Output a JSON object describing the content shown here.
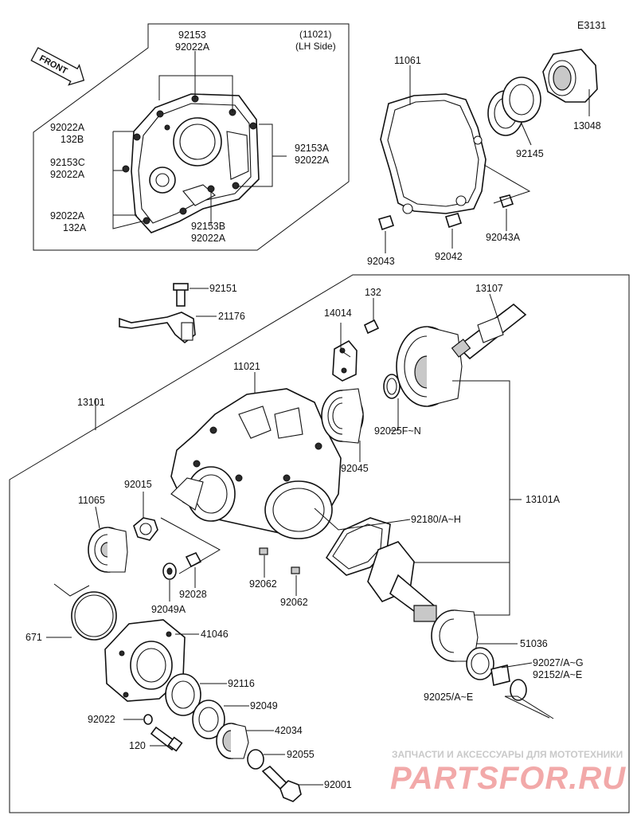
{
  "diagram_code": "E3131",
  "front_label": "FRONT",
  "inset": {
    "part": "(11021)",
    "side": "(LH Side)"
  },
  "labels": {
    "p92153_top": "92153",
    "p92022A_top": "92022A",
    "p92022A_l1": "92022A",
    "p132B": "132B",
    "p92153C": "92153C",
    "p92022A_l2": "92022A",
    "p92022A_l3": "92022A",
    "p132A": "132A",
    "p92153A": "92153A",
    "p92022A_r1": "92022A",
    "p92153B": "92153B",
    "p92022A_b": "92022A",
    "p11061": "11061",
    "p13048": "13048",
    "p92145": "92145",
    "p92043": "92043",
    "p92042": "92042",
    "p92043A": "92043A",
    "p92151": "92151",
    "p21176": "21176",
    "p132": "132",
    "p14014": "14014",
    "p13107": "13107",
    "p11021": "11021",
    "p13101": "13101",
    "p92025FN": "92025F~N",
    "p92045": "92045",
    "p13101A": "13101A",
    "p92015": "92015",
    "p11065": "11065",
    "p92180": "92180/A~H",
    "p92062a": "92062",
    "p92062b": "92062",
    "p92028": "92028",
    "p92049A": "92049A",
    "p671": "671",
    "p41046": "41046",
    "p51036": "51036",
    "p92027": "92027/A~G",
    "p92152": "92152/A~E",
    "p92116": "92116",
    "p92025AE": "92025/A~E",
    "p92049": "92049",
    "p92022": "92022",
    "p42034": "42034",
    "p120": "120",
    "p92055": "92055",
    "p92001": "92001"
  },
  "watermark": {
    "tagline": "ЗАПЧАСТИ И АКСЕССУАРЫ ДЛЯ МОТОТЕХНИКИ",
    "brand": "PARTSFOR.RU"
  }
}
